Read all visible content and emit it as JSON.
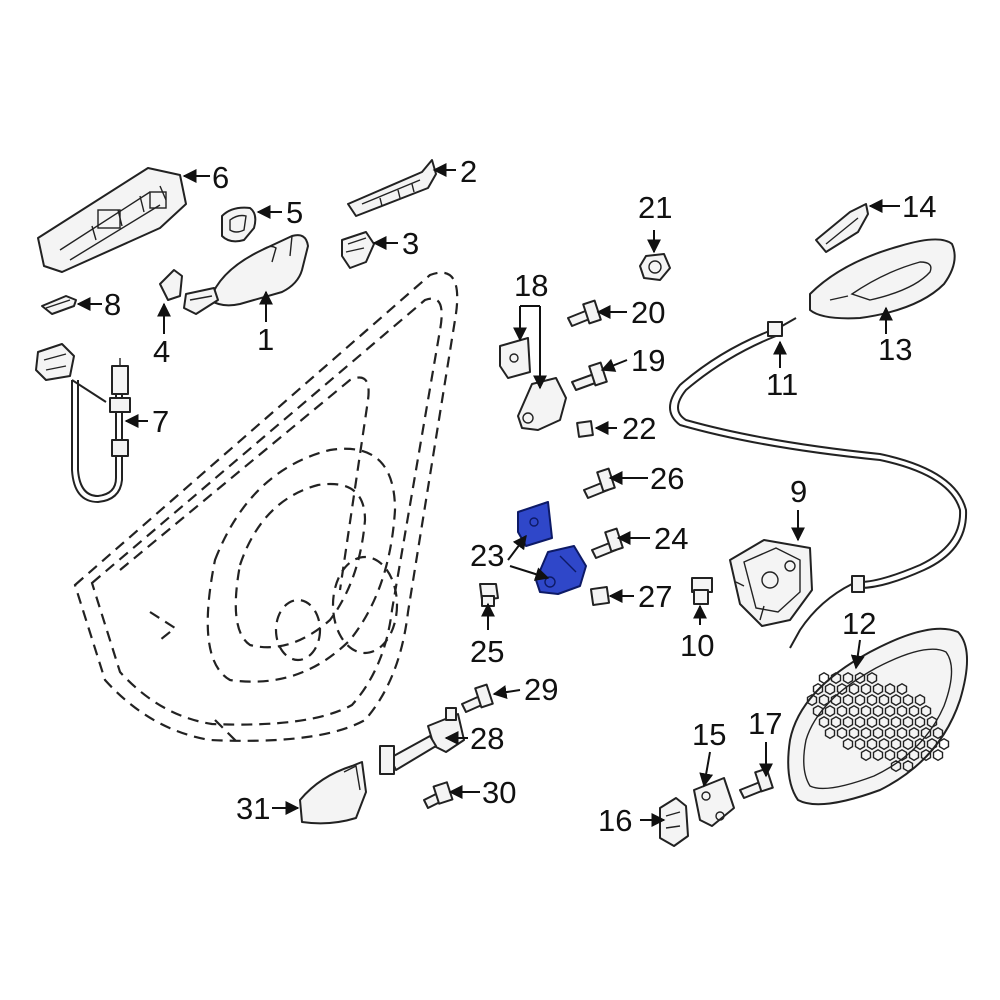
{
  "colors": {
    "highlight": "#2f47c9",
    "outline": "#222222",
    "background": "#ffffff"
  },
  "callouts": {
    "c1": "1",
    "c2": "2",
    "c3": "3",
    "c4": "4",
    "c5": "5",
    "c6": "6",
    "c7": "7",
    "c8": "8",
    "c9": "9",
    "c10": "10",
    "c11": "11",
    "c12": "12",
    "c13": "13",
    "c14": "14",
    "c15": "15",
    "c16": "16",
    "c17": "17",
    "c18": "18",
    "c19": "19",
    "c20": "20",
    "c21": "21",
    "c22": "22",
    "c23": "23",
    "c24": "24",
    "c25": "25",
    "c26": "26",
    "c27": "27",
    "c28": "28",
    "c29": "29",
    "c30": "30",
    "c31": "31"
  },
  "highlighted_parts": [
    "23"
  ]
}
